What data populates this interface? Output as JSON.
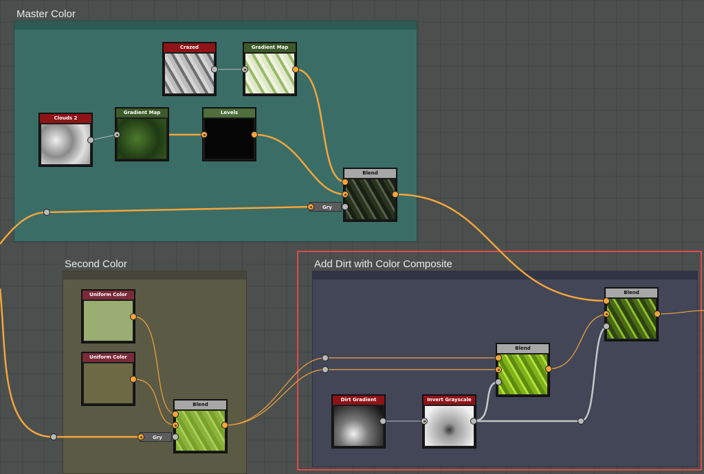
{
  "frames": {
    "master": {
      "title": "Master Color"
    },
    "second": {
      "title": "Second Color"
    },
    "dirt": {
      "title": "Add Dirt with Color Composite"
    }
  },
  "nodes": {
    "crazed": {
      "label": "Crazed"
    },
    "gradient_map_top": {
      "label": "Gradient Map"
    },
    "clouds2": {
      "label": "Clouds 2"
    },
    "gradient_map_mid": {
      "label": "Gradient Map"
    },
    "levels": {
      "label": "Levels"
    },
    "blend_master": {
      "label": "Blend"
    },
    "gry_master": {
      "label": "Gry"
    },
    "uniform_color_1": {
      "label": "Uniform Color"
    },
    "uniform_color_2": {
      "label": "Uniform Color"
    },
    "blend_second": {
      "label": "Blend"
    },
    "gry_second": {
      "label": "Gry"
    },
    "blend_final": {
      "label": "Blend"
    },
    "blend_dirt": {
      "label": "Blend"
    },
    "dirt_gradient": {
      "label": "Dirt Gradient"
    },
    "invert_grayscale": {
      "label": "Invert Grayscale"
    }
  },
  "colors": {
    "master_frame": "#3a6d66",
    "second_frame": "#5a5a45",
    "dirt_frame": "#424657",
    "selection": "#e04a4a",
    "wire_color": "#f4a53c",
    "wire_gray": "#c6c6c6"
  }
}
